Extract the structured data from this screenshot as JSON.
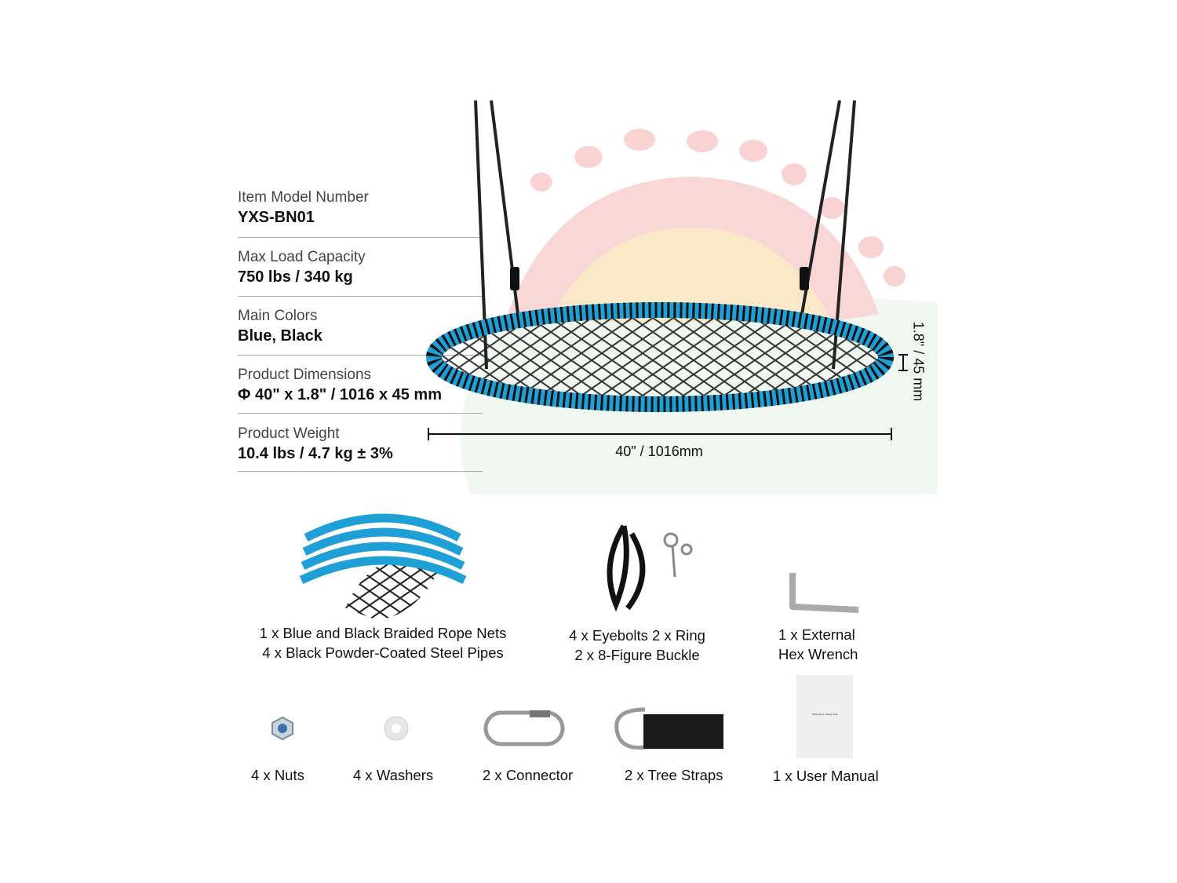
{
  "specs": [
    {
      "label": "Item Model Number",
      "value": "YXS-BN01"
    },
    {
      "label": "Max Load Capacity",
      "value": "750 lbs / 340 kg"
    },
    {
      "label": "Main Colors",
      "value": "Blue, Black"
    },
    {
      "label": "Product Dimensions",
      "value": "Φ 40\" x 1.8\" / 1016 x 45 mm"
    },
    {
      "label": "Product Weight",
      "value": "10.4 lbs / 4.7 kg ± 3%"
    }
  ],
  "dimensions": {
    "width": "40\" / 1016mm",
    "height": "1.8\" / 45 mm"
  },
  "parts": {
    "nets": [
      "1 x Blue and Black Braided Rope Nets",
      "4 x Black Powder-Coated Steel Pipes"
    ],
    "eyebolts": [
      "4 x Eyebolts  2 x Ring",
      "2 x 8-Figure Buckle"
    ],
    "wrench": [
      "1 x External",
      "Hex Wrench"
    ],
    "nuts": "4 x Nuts",
    "washers": "4 x Washers",
    "connector": "2 x Connector",
    "straps": "2 x Tree Straps",
    "manual": "1 x User Manual",
    "manual_cover": "Multi-person Swing Seat"
  },
  "colors": {
    "rope_blue": "#1e9fd6",
    "black": "#111111",
    "rule": "#aaaaaa"
  }
}
